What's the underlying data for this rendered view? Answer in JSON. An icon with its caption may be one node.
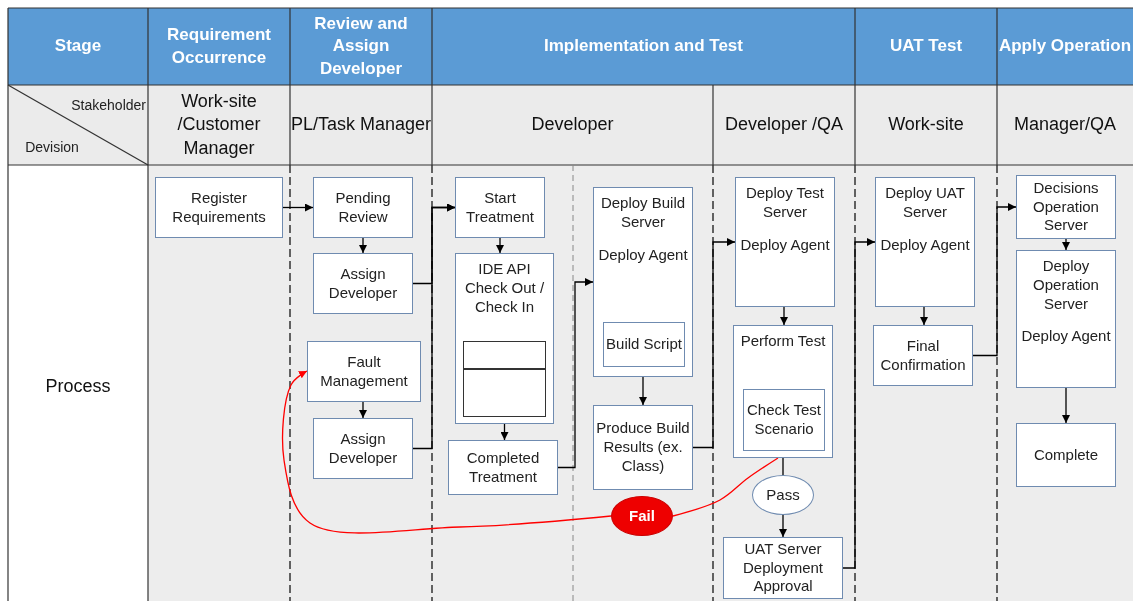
{
  "diagram": {
    "nodes": [
      {
        "text": [
          "Register Requirements"
        ]
      },
      {
        "text": [
          "Pending Review"
        ]
      },
      {
        "text": [
          "Assign Developer"
        ]
      },
      {
        "text": [
          "Fault Management"
        ]
      },
      {
        "text": [
          "Assign Developer"
        ]
      },
      {
        "text": [
          "Start Treatment"
        ]
      },
      {
        "text": [
          "IDE API Check Out / Check In"
        ]
      },
      {
        "text": [],
        "shape": "box",
        "in": 6
      },
      {
        "text": [],
        "shape": "box",
        "in": 6
      },
      {
        "text": [
          "Completed Treatment"
        ]
      },
      {
        "text": [
          "Deploy Build Server",
          "Deploy Agent"
        ]
      },
      {
        "text": [
          "Build Script"
        ],
        "in": 10
      },
      {
        "text": [
          "Produce Build Results (ex. Class)"
        ]
      },
      {
        "text": [
          "Deploy Test Server",
          "Deploy Agent"
        ]
      },
      {
        "text": [
          "Perform Test"
        ]
      },
      {
        "text": [
          "Check Test Scenario"
        ],
        "in": 14
      },
      {
        "text": [
          "Pass"
        ]
      },
      {
        "text": [
          "Fail"
        ]
      },
      {
        "text": [
          "UAT Server Deployment Approval"
        ]
      },
      {
        "text": [
          "Deploy UAT Server",
          "Deploy Agent"
        ]
      },
      {
        "text": [
          "Final Confirmation"
        ]
      },
      {
        "text": [
          "Decisions Operation Server"
        ]
      },
      {
        "text": [
          "Deploy Operation Server",
          "Deploy Agent"
        ]
      },
      {
        "text": [
          "Complete"
        ]
      }
    ],
    "edges": [
      {
        "from": 0,
        "to": 1,
        "arrow": "to"
      },
      {
        "from": 1,
        "to": 2,
        "arrow": "to"
      },
      {
        "from": 2,
        "to": 5,
        "arrow": "to"
      },
      {
        "from": 3,
        "to": 4,
        "arrow": "to"
      },
      {
        "from": 4,
        "to": 5,
        "arrow": "to"
      },
      {
        "from": 5,
        "to": 6,
        "arrow": "to"
      },
      {
        "from": 6,
        "to": 9,
        "arrow": "to"
      },
      {
        "from": 9,
        "to": 10,
        "arrow": "to"
      },
      {
        "from": 10,
        "to": 12,
        "arrow": "to"
      },
      {
        "from": 12,
        "to": 13,
        "arrow": "to"
      },
      {
        "from": 13,
        "to": 14,
        "arrow": "to"
      },
      {
        "from": 14,
        "to": 16,
        "arrow": "none"
      },
      {
        "from": 16,
        "to": 18,
        "arrow": "to"
      },
      {
        "from": 14,
        "to": 17,
        "arrow": "none",
        "color": "#ff0000"
      },
      {
        "from": 17,
        "to": 3,
        "arrow": "to",
        "color": "#ff0000"
      },
      {
        "from": 18,
        "to": 19,
        "arrow": "to"
      },
      {
        "from": 19,
        "to": 20,
        "arrow": "to"
      },
      {
        "from": 20,
        "to": 21,
        "arrow": "to"
      },
      {
        "from": 21,
        "to": 22,
        "arrow": "to"
      },
      {
        "from": 22,
        "to": 23,
        "arrow": "to"
      }
    ],
    "labels": [
      "Stage",
      "Requirement Occurrence",
      "Review and Assign Developer",
      "Implementation and Test",
      "UAT Test",
      "Apply Operation",
      "Stakeholder",
      "Devision",
      "Work-site /Customer Manager",
      "PL/Task Manager",
      "Developer",
      "Developer /QA",
      "Work-site",
      "Manager/QA",
      "Process"
    ]
  }
}
